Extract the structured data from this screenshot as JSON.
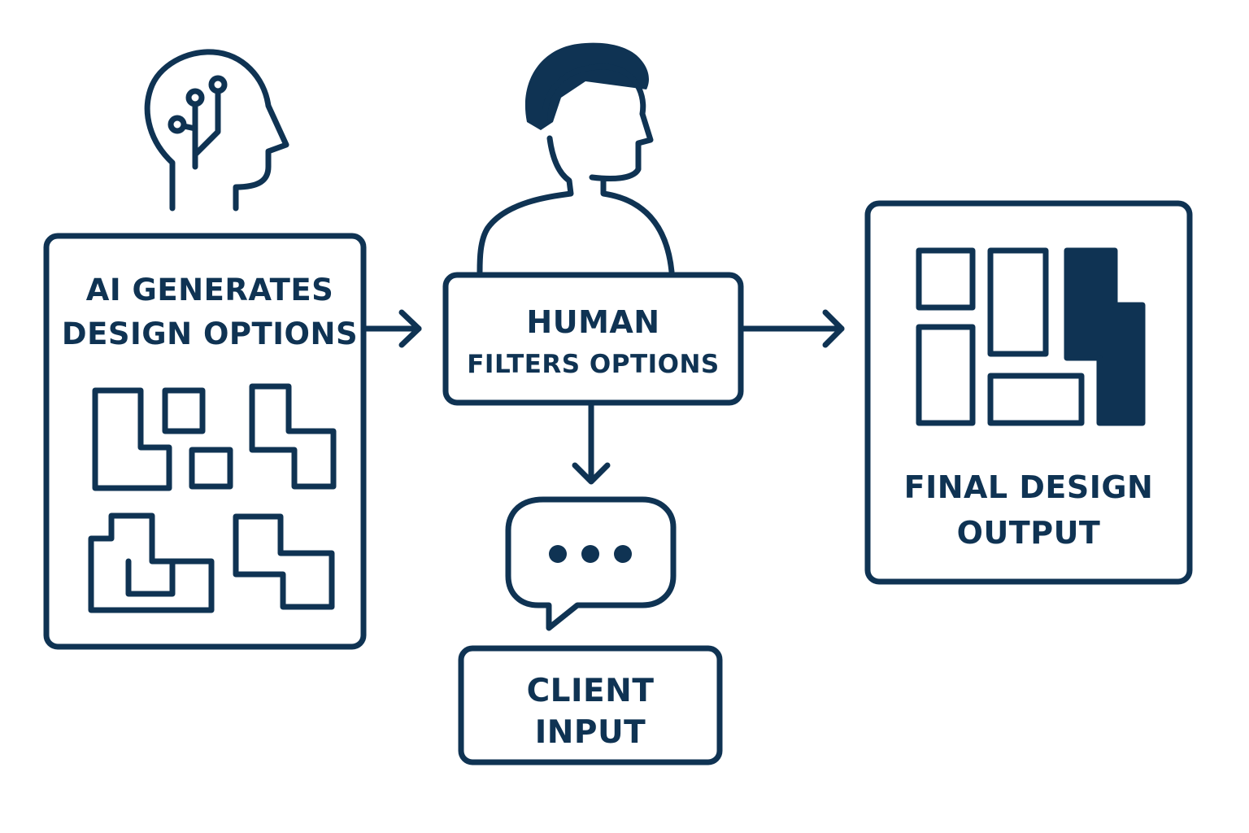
{
  "colors": {
    "ink": "#0f3353",
    "background": "#ffffff"
  },
  "icons": [
    "ai-brain-head-icon",
    "person-icon",
    "speech-bubble-icon",
    "layout-blocks-icon"
  ],
  "ai_box": {
    "line1": "AI GENERATES",
    "line2": "DESIGN OPTIONS"
  },
  "human_box": {
    "line1": "HUMAN",
    "line2": "FILTERS OPTIONS"
  },
  "client_box": {
    "line1": "CLIENT",
    "line2": "INPUT"
  },
  "final_box": {
    "line1": "FINAL DESIGN",
    "line2": "OUTPUT"
  }
}
